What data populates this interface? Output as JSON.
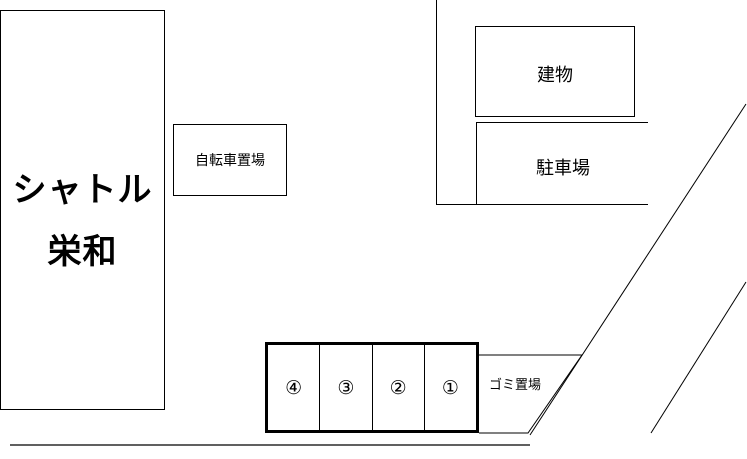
{
  "map": {
    "main_building": {
      "name_line1": "シャトル",
      "name_line2": "栄和"
    },
    "bicycle_parking": "自転車置場",
    "building": "建物",
    "parking_lot": "駐車場",
    "garbage_area": "ゴミ置場",
    "parking_stalls": [
      "④",
      "③",
      "②",
      "①"
    ]
  }
}
